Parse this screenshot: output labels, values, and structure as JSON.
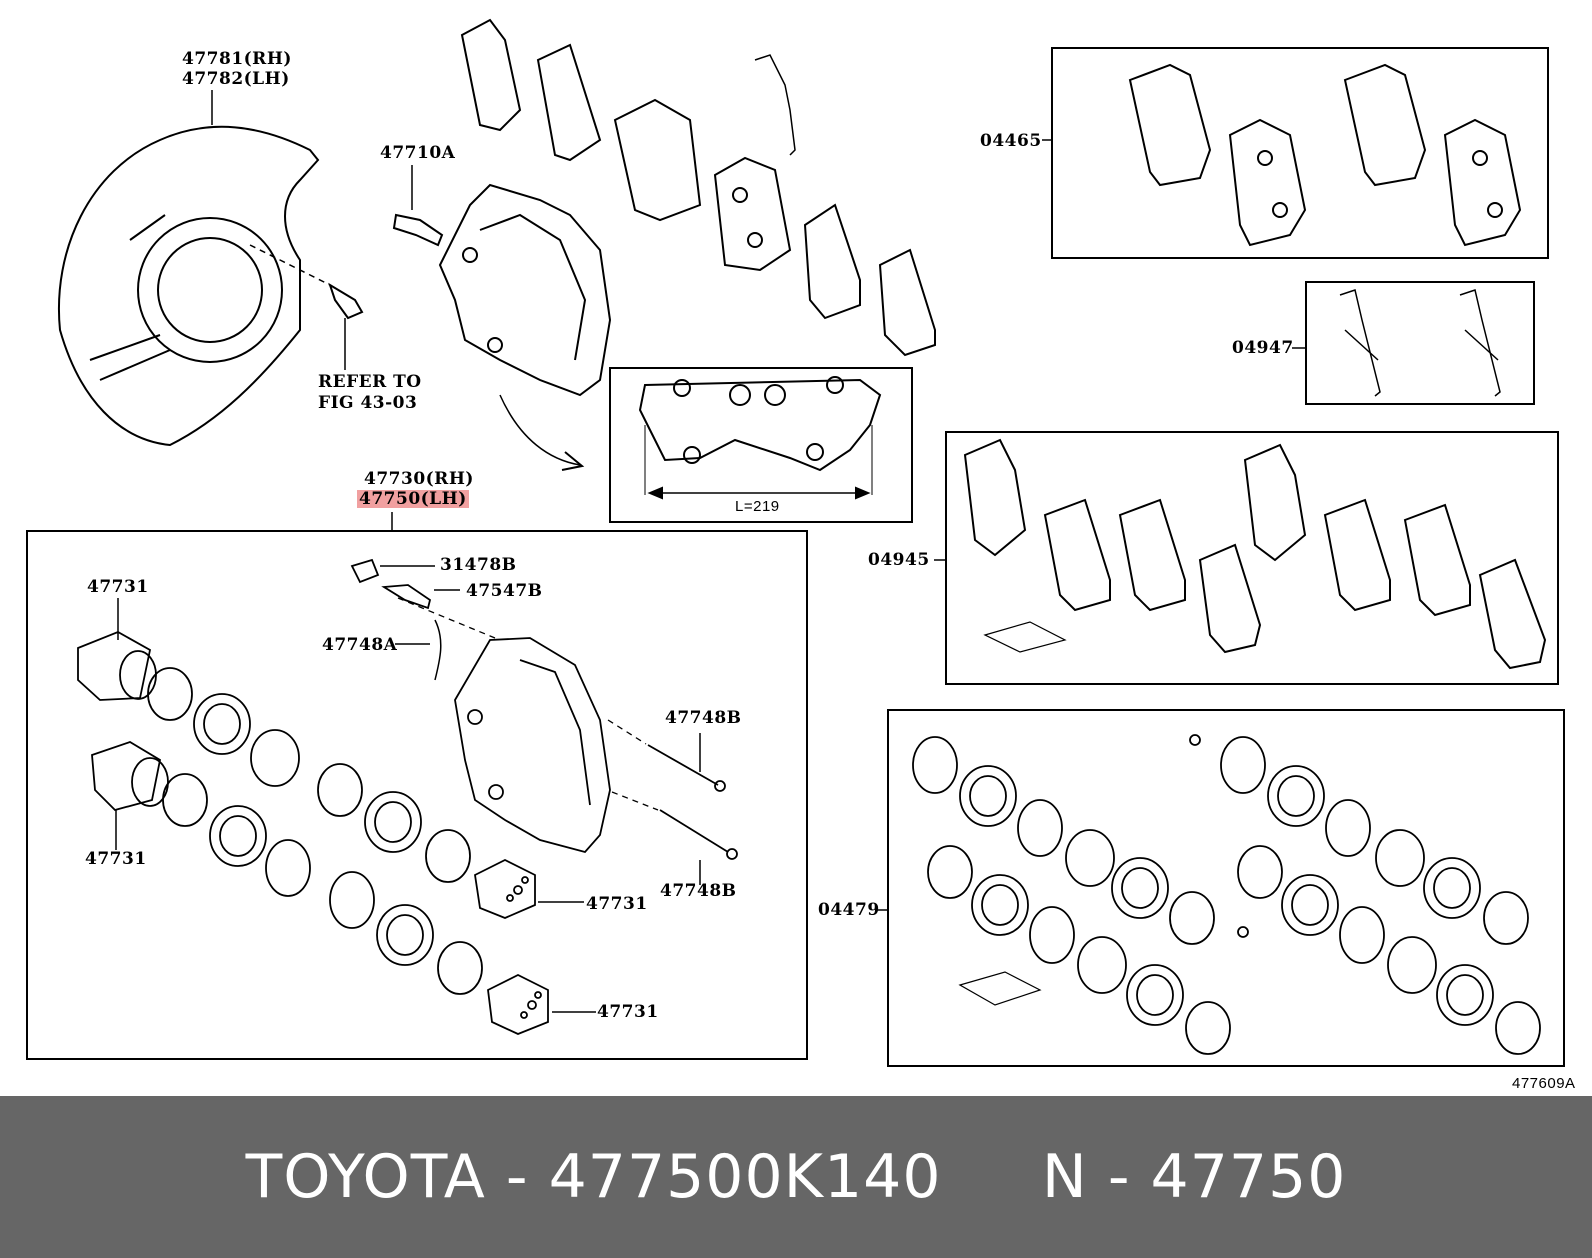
{
  "labels": {
    "shield_rh": "47781(RH)",
    "shield_lh": "47782(LH)",
    "bolt_47710a": "47710A",
    "refer_line1": "REFER TO",
    "refer_line2": "FIG 43-03",
    "caliper_rh": "47730(RH)",
    "caliper_lh": "47750(LH)",
    "piston_a": "47731",
    "piston_b": "47731",
    "piston_c": "47731",
    "piston_d": "47731",
    "cap_31478b": "31478B",
    "bleeder_47547b": "47547B",
    "spring_47748a": "47748A",
    "pin_47748b_top": "47748B",
    "pin_47748b_bottom": "47748B",
    "dimension": "L=219",
    "kit_04465": "04465",
    "kit_04947": "04947",
    "kit_04945": "04945",
    "kit_04479": "04479",
    "figure_id": "477609A"
  },
  "highlight_color": "#f1a0a0",
  "footer": {
    "text": "TOYOTA - 477500K140     N - 47750",
    "background": "#666666",
    "color": "#ffffff"
  }
}
